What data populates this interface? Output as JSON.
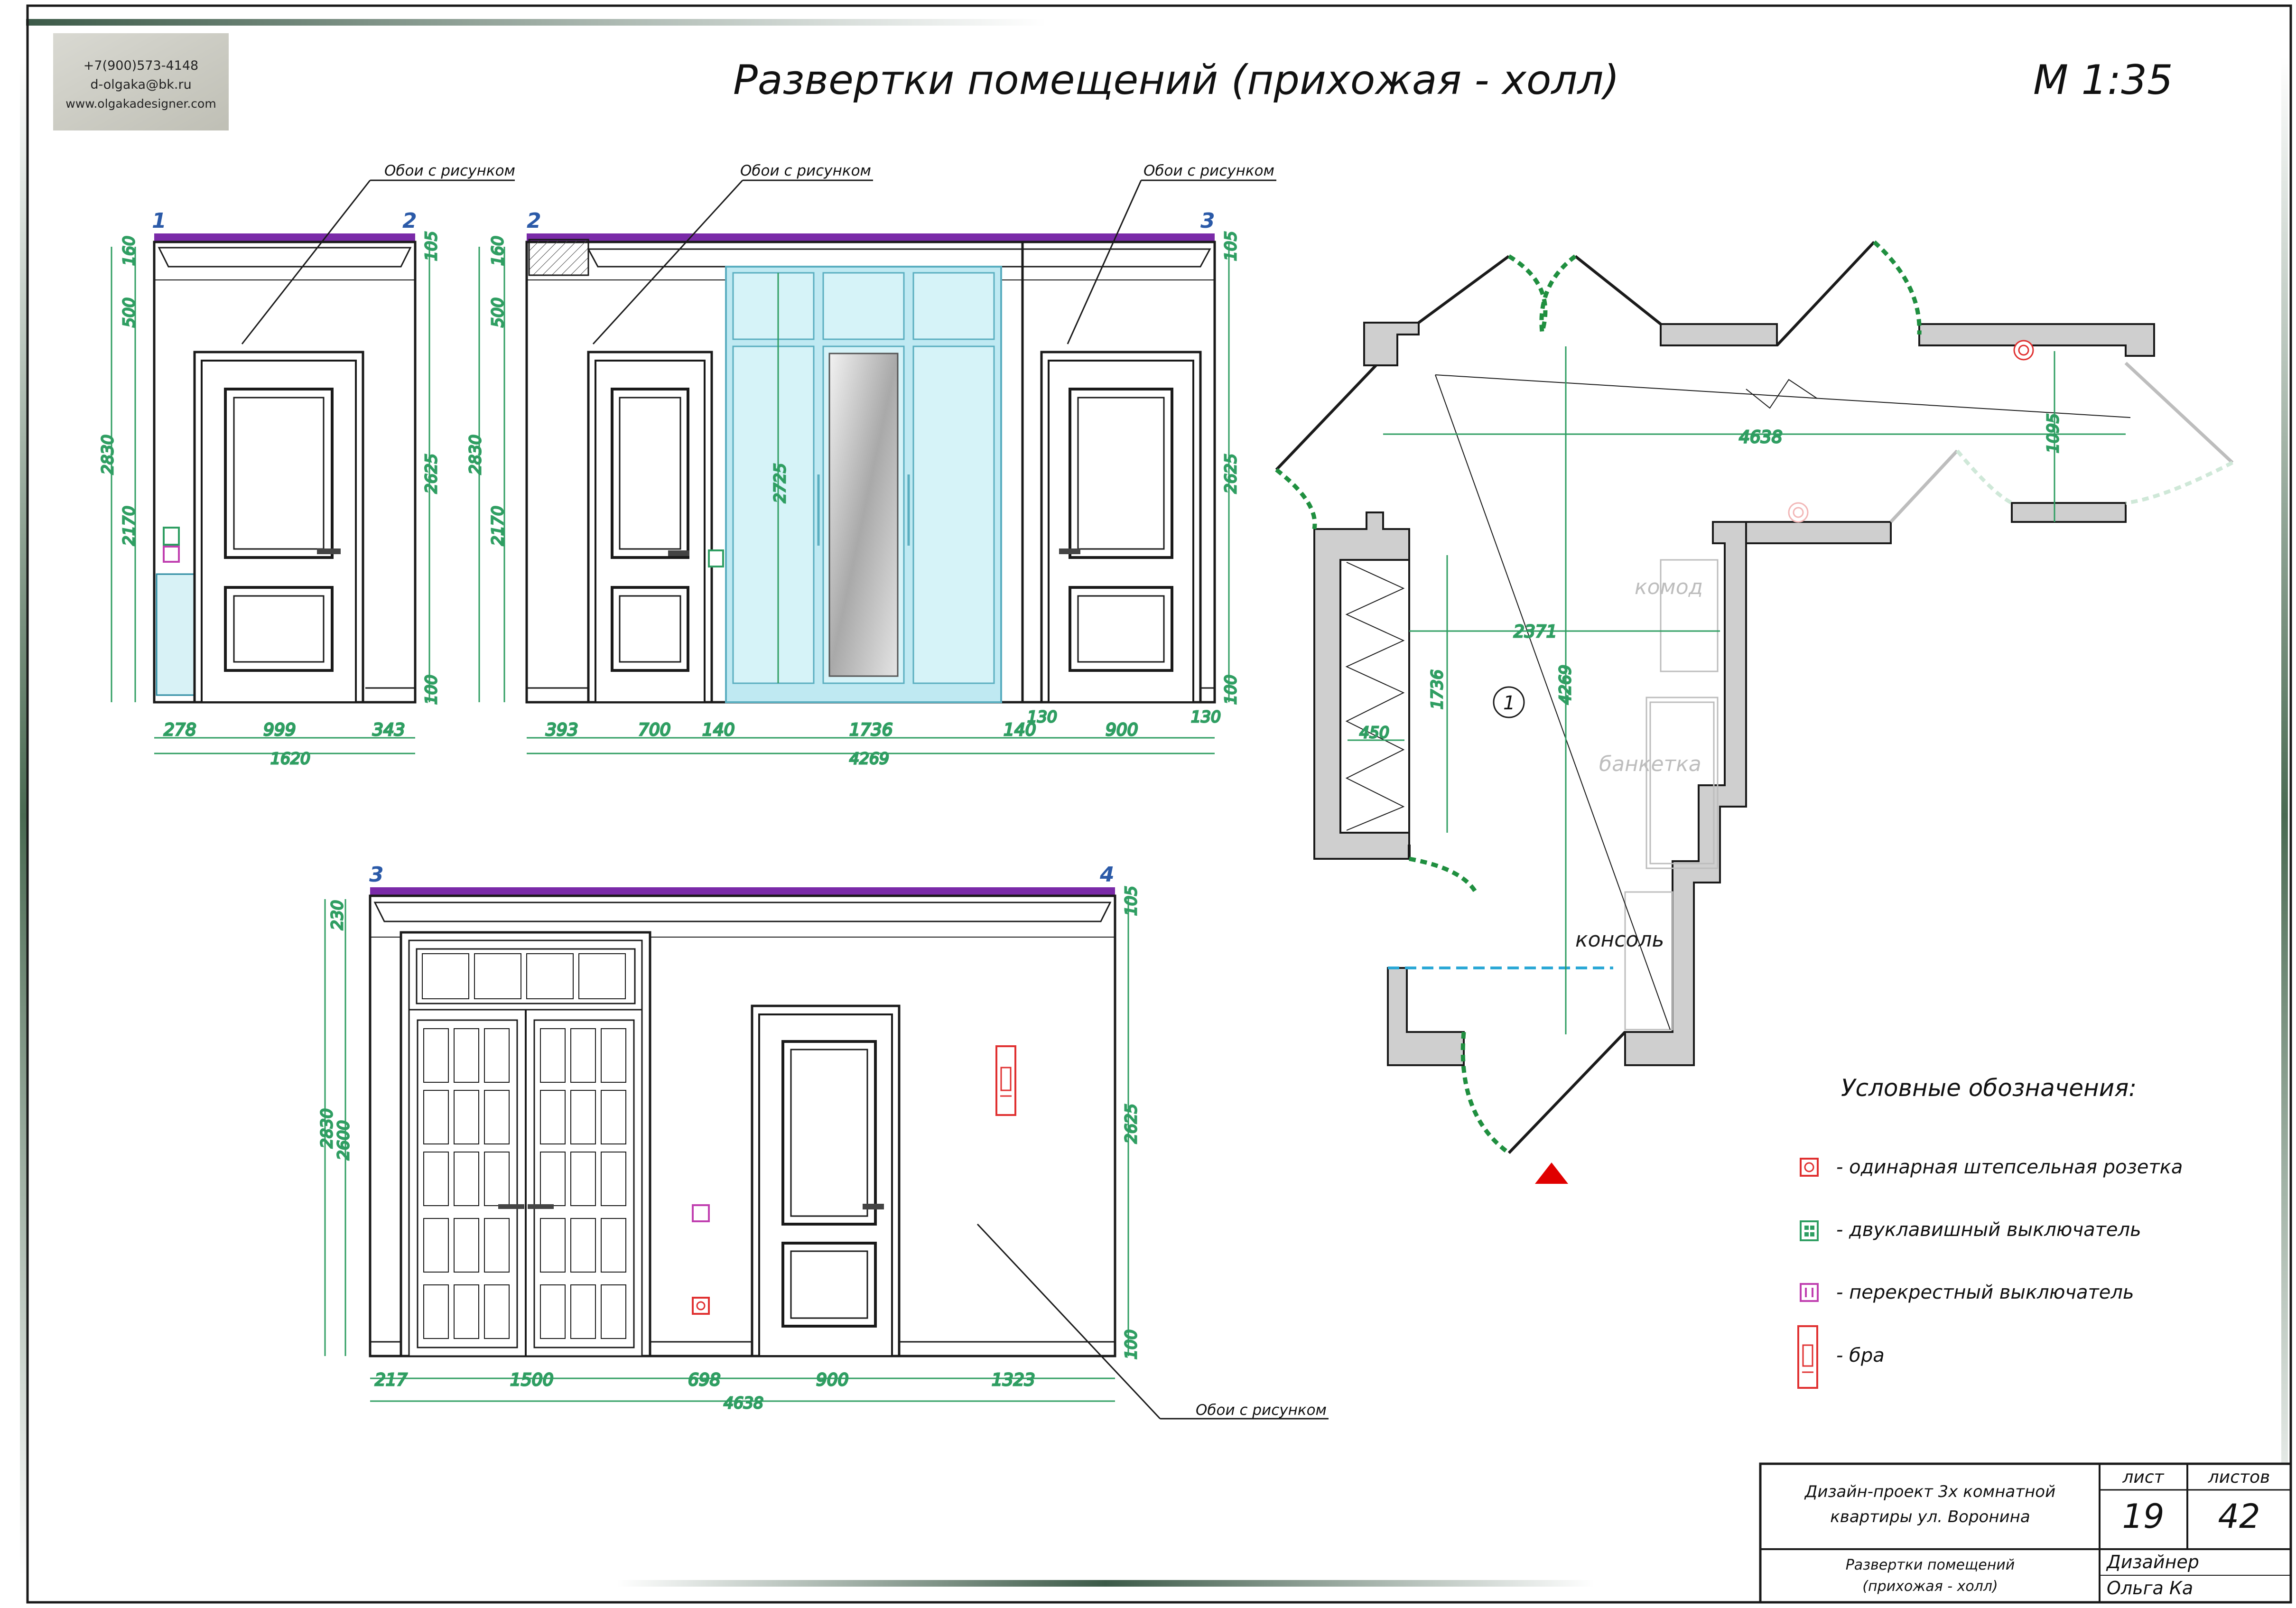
{
  "header": {
    "contact_phone": "+7(900)573-4148",
    "contact_email": "d-olgaka@bk.ru",
    "contact_site": "www.olgakadesigner.com",
    "title": "Развертки помещений (прихожая - холл)",
    "scale": "М 1:35"
  },
  "elevation_a": {
    "mark_left": "1",
    "mark_right": "2",
    "callout": "Обои с рисунком",
    "dims": {
      "h_total": "2830",
      "h_cornice": "160",
      "h_door_top": "500",
      "h_door": "2170",
      "h_right": "2625",
      "h_right_top": "105",
      "h_plinth": "100",
      "w1": "278",
      "w2": "999",
      "w3": "343",
      "w_total": "1620"
    }
  },
  "elevation_b": {
    "mark_left": "2",
    "mark_right": "3",
    "callout_left": "Обои с рисунком",
    "callout_right": "Обои с рисунком",
    "dims": {
      "h_total": "2830",
      "h_cornice": "160",
      "h_door_top": "500",
      "h_door": "2170",
      "h_wardrobe": "2725",
      "h_right": "2625",
      "h_right_top": "105",
      "h_plinth": "100",
      "w1": "393",
      "w2": "700",
      "w3": "140",
      "w4": "1736",
      "w5": "140",
      "w5b": "130",
      "w6": "900",
      "w7": "130",
      "w_total": "4269"
    }
  },
  "elevation_c": {
    "mark_left": "3",
    "mark_right": "4",
    "callout": "Обои с рисунком",
    "dims": {
      "h_total": "2830",
      "h_cornice": "230",
      "h_portal": "2600",
      "h_right": "2625",
      "h_right_top": "105",
      "h_plinth": "100",
      "w1": "217",
      "w2": "1500",
      "w3": "698",
      "w4": "900",
      "w5": "1323",
      "w_total": "4638"
    }
  },
  "plan": {
    "dim_top": "4638",
    "dim_right": "1095",
    "dim_mid": "2371",
    "dim_vertical": "4269",
    "dim_closet_h": "1736",
    "dim_closet_w": "450",
    "view_mark": "1",
    "labels": {
      "dresser": "комод",
      "bench": "банкетка",
      "console": "консоль"
    }
  },
  "legend": {
    "title": "Условные обозначения:",
    "items": [
      {
        "icon": "socket-icon",
        "text": "- одинарная штепсельная розетка"
      },
      {
        "icon": "double-switch-icon",
        "text": "- двуклавишный выключатель"
      },
      {
        "icon": "cross-switch-icon",
        "text": "- перекрестный выключатель"
      },
      {
        "icon": "sconce-icon",
        "text": "- бра"
      }
    ]
  },
  "title_block": {
    "project": "Дизайн-проект 3х комнатной",
    "project_line2": "квартиры ул. Воронина",
    "sheet_label": "лист",
    "sheets_label": "листов",
    "sheet_number": "19",
    "sheets_total": "42",
    "drawing_name": "Развертки помещений",
    "drawing_name_line2": "(прихожая - холл)",
    "designer_label": "Дизайнер",
    "designer_name": "Ольга Ка"
  },
  "colors": {
    "line": "#1a1a1a",
    "dim": "#2f9e62",
    "cornice_strip": "#7a2aa8",
    "wardrobe": "#bfe9f2",
    "wall_fill": "#cfcfcf",
    "door_arc": "#1f8f3f",
    "socket": "#e03030",
    "switch_green": "#2f9e62",
    "switch_purple": "#c03fb0",
    "mark_blue": "#2b5aa8",
    "entry_red": "#e00000"
  }
}
